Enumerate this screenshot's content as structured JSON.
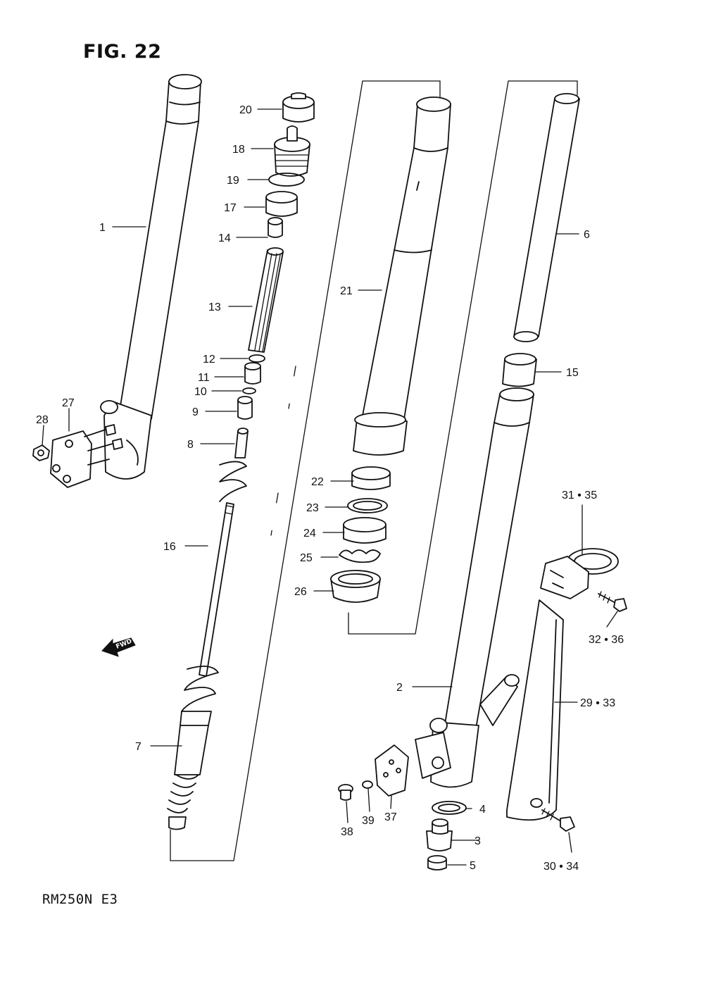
{
  "figure": {
    "title": "FIG. 22",
    "model_code": "RM250N  E3",
    "direction_arrow": "FWD"
  },
  "callouts": {
    "c1": "1",
    "c2": "2",
    "c3": "3",
    "c4": "4",
    "c5": "5",
    "c6": "6",
    "c7": "7",
    "c8": "8",
    "c9": "9",
    "c10": "10",
    "c11": "11",
    "c12": "12",
    "c13": "13",
    "c14": "14",
    "c15": "15",
    "c16": "16",
    "c17": "17",
    "c18": "18",
    "c19": "19",
    "c20": "20",
    "c21": "21",
    "c22": "22",
    "c23": "23",
    "c24": "24",
    "c25": "25",
    "c26": "26",
    "c27": "27",
    "c28": "28",
    "c29_33": "29 • 33",
    "c30_34": "30 • 34",
    "c31_35": "31 • 35",
    "c32_36": "32 • 36",
    "c37": "37",
    "c38": "38",
    "c39": "39"
  },
  "colors": {
    "ink": "#111111",
    "paper": "#ffffff"
  }
}
